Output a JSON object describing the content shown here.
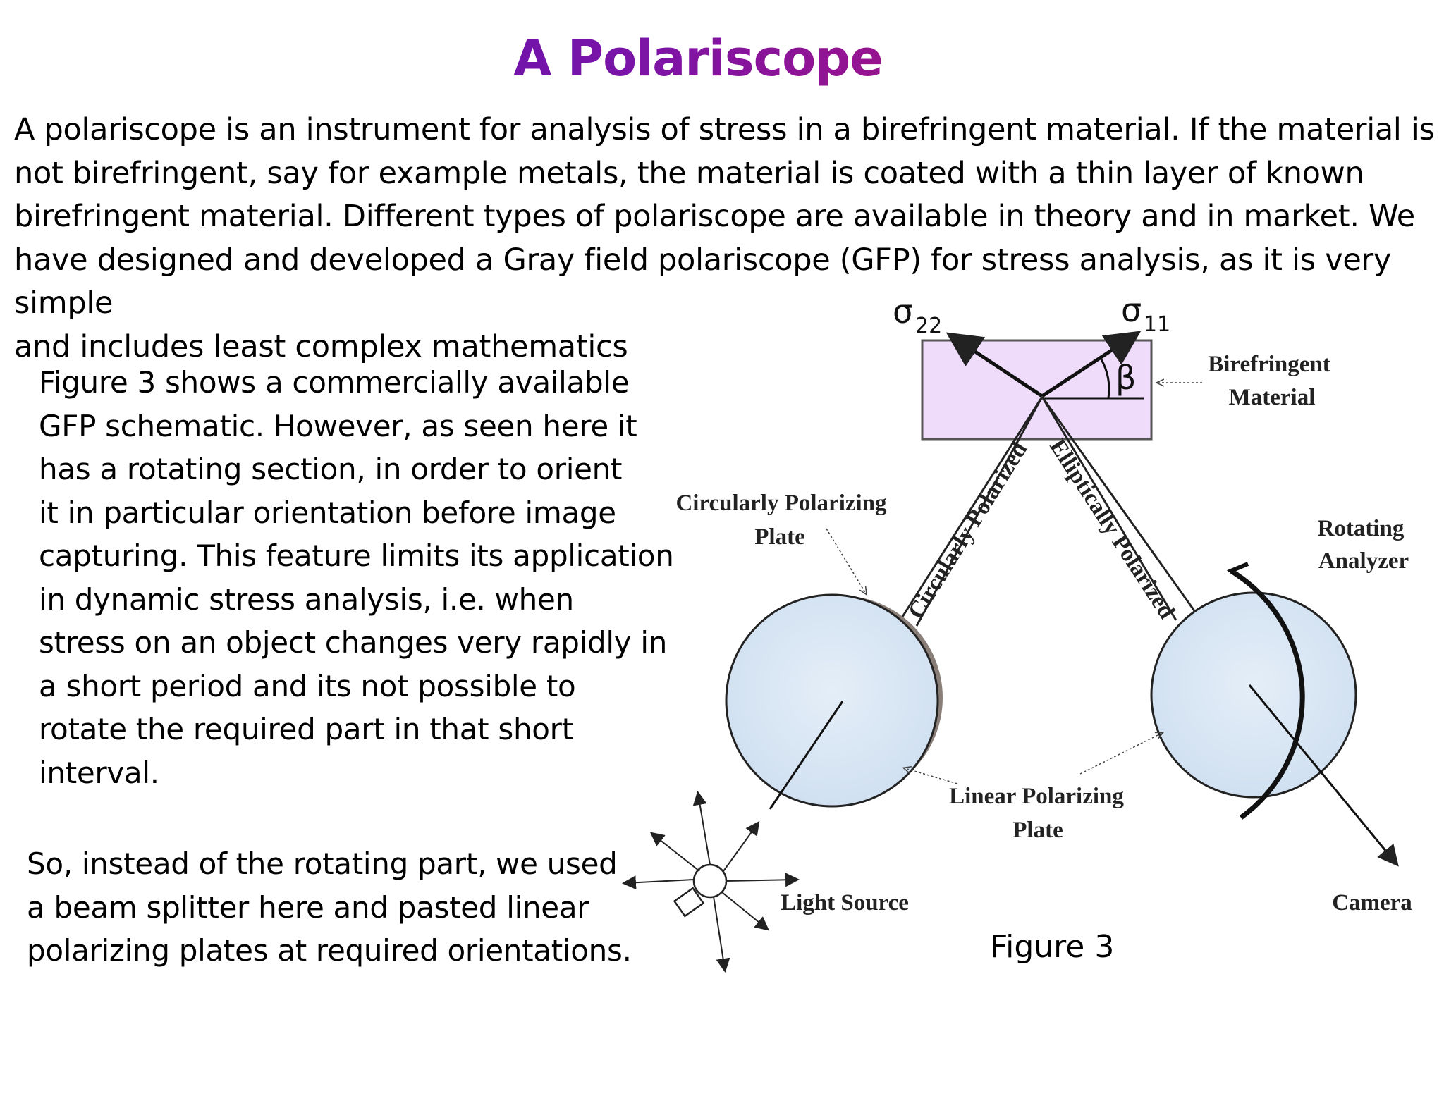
{
  "title": "A Polariscope",
  "intro": "A polariscope is an instrument for analysis of stress in a birefringent material. If the material is\nnot birefringent, say for example metals, the material is coated with a thin layer of known\n birefringent material.  Different types of polariscope are available in theory and in market. We\nhave designed and developed a Gray field polariscope (GFP) for stress analysis, as it is very simple\nand includes least complex mathematics",
  "figure_paragraph": "Figure 3 shows a commercially available\nGFP schematic. However, as seen here it\nhas a rotating section, in order to orient\nit in particular orientation before image\ncapturing. This feature limits its application\nin dynamic stress analysis, i.e. when\nstress on an object changes very rapidly in\na short period and its not possible to\nrotate the required part in that short\ninterval.",
  "splitter_paragraph": "So, instead of the rotating part, we used\na beam splitter here and pasted linear\npolarizing plates at required orientations.",
  "caption": "Figure 3",
  "diagram": {
    "sigma22": "σ",
    "sigma22_sub": "22",
    "sigma11": "σ",
    "sigma11_sub": "11",
    "beta": "β",
    "birefringent_line1": "Birefringent",
    "birefringent_line2": "Material",
    "circ_plate_line1": "Circularly Polarizing",
    "circ_plate_line2": "Plate",
    "circ_polarized": "Circularly Polarized",
    "ellip_polarized": "Elliptically Polarized",
    "rotating_line1": "Rotating",
    "rotating_line2": "Analyzer",
    "linear_line1": "Linear Polarizing",
    "linear_line2": "Plate",
    "light_source": "Light Source",
    "camera": "Camera"
  },
  "colors": {
    "title_start": "#4a0fb2",
    "title_end": "#d1125a",
    "material_fill": "#efdcfb",
    "plate_fill": "#d9e7f5"
  }
}
